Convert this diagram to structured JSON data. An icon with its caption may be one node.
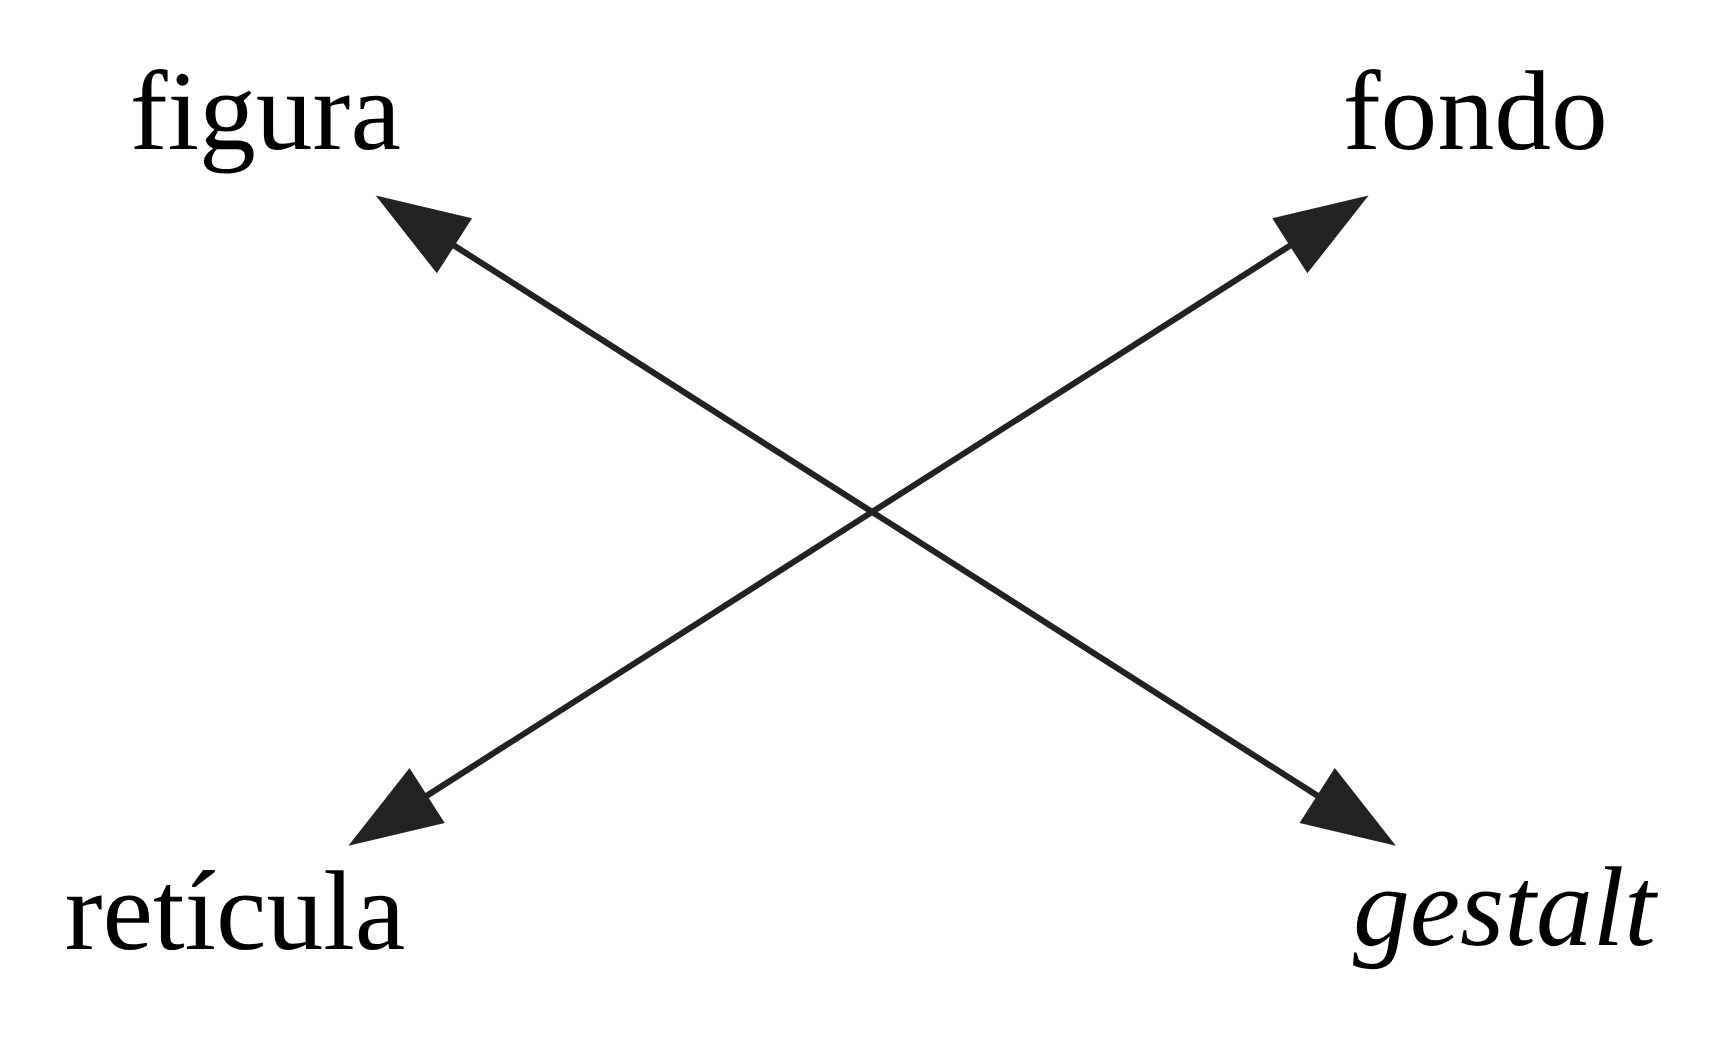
{
  "diagram": {
    "nodes": [
      {
        "text": [
          "figura"
        ]
      },
      {
        "text": [
          "fondo"
        ]
      },
      {
        "text": [
          "retícula"
        ]
      },
      {
        "text": [
          "gestalt"
        ]
      }
    ],
    "edges": [
      {
        "from": 0,
        "to": 3,
        "arrow": "both"
      },
      {
        "from": 1,
        "to": 2,
        "arrow": "both"
      }
    ]
  }
}
